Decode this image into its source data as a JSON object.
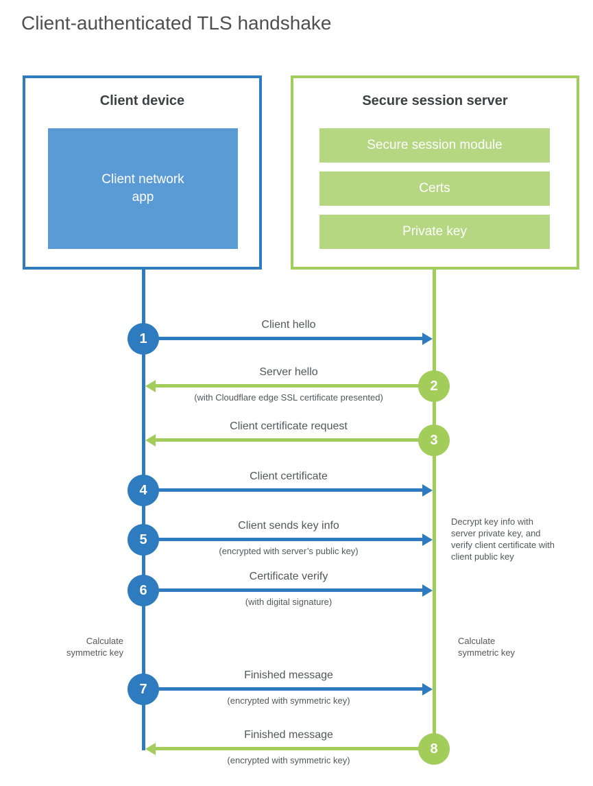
{
  "title": "Client-authenticated TLS handshake",
  "client": {
    "title": "Client device",
    "app_label": "Client network app"
  },
  "server": {
    "title": "Secure session server",
    "modules": [
      "Secure session module",
      "Certs",
      "Private key"
    ]
  },
  "steps": [
    {
      "number": "1",
      "label": "Client hello",
      "sublabel": "",
      "direction": "right",
      "actor": "client"
    },
    {
      "number": "2",
      "label": "Server hello",
      "sublabel": "(with Cloudflare edge SSL certificate presented)",
      "direction": "left",
      "actor": "server"
    },
    {
      "number": "3",
      "label": "Client certificate request",
      "sublabel": "",
      "direction": "left",
      "actor": "server"
    },
    {
      "number": "4",
      "label": "Client certificate",
      "sublabel": "",
      "direction": "right",
      "actor": "client"
    },
    {
      "number": "5",
      "label": "Client sends key info",
      "sublabel": "(encrypted with server’s public key)",
      "direction": "right",
      "actor": "client"
    },
    {
      "number": "6",
      "label": "Certificate verify",
      "sublabel": "(with digital signature)",
      "direction": "right",
      "actor": "client"
    },
    {
      "number": "7",
      "label": "Finished message",
      "sublabel": "(encrypted with symmetric key)",
      "direction": "right",
      "actor": "client"
    },
    {
      "number": "8",
      "label": "Finished message",
      "sublabel": "(encrypted with symmetric key)",
      "direction": "left",
      "actor": "server"
    }
  ],
  "notes": {
    "decrypt": "Decrypt key info with server private key, and verify client certificate with client public key",
    "calculate_left": "Calculate symmetric key",
    "calculate_right": "Calculate symmetric key"
  },
  "colors": {
    "blue": "#2e7cbf",
    "blue_fill": "#5b9bd5",
    "green": "#a3cd5a",
    "green_fill": "#b5d781"
  }
}
